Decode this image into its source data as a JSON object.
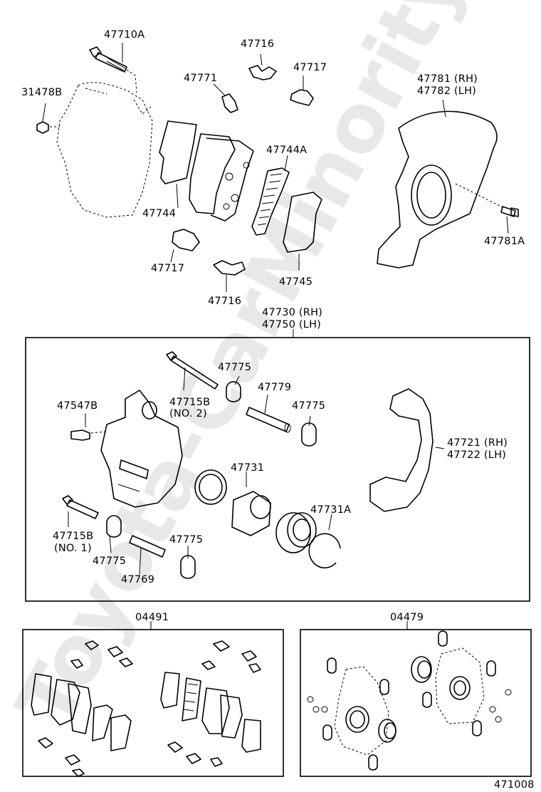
{
  "watermark": "Toyota-CarMinority",
  "labels": {
    "p47710A": "47710A",
    "p31478B": "31478B",
    "p47716_top": "47716",
    "p47717_top": "47717",
    "p47771": "47771",
    "p47781_rh": "47781 (RH)",
    "p47782_lh": "47782 (LH)",
    "p47744A": "47744A",
    "p47744": "47744",
    "p47781A": "47781A",
    "p47717_bot": "47717",
    "p47745": "47745",
    "p47716_bot": "47716",
    "p47730_rh": "47730 (RH)",
    "p47750_lh": "47750 (LH)",
    "p47775_a": "47775",
    "p47779": "47779",
    "p47715B_no2": "47715B",
    "no2": "(NO. 2)",
    "p47775_b": "47775",
    "p47547B": "47547B",
    "p47721_rh": "47721 (RH)",
    "p47722_lh": "47722 (LH)",
    "p47731": "47731",
    "p47731A": "47731A",
    "p47715B_no1": "47715B",
    "no1": "(NO. 1)",
    "p47775_c": "47775",
    "p47775_d": "47775",
    "p47769": "47769",
    "kit04491": "04491",
    "kit04479": "04479",
    "figure_no": "471008"
  }
}
